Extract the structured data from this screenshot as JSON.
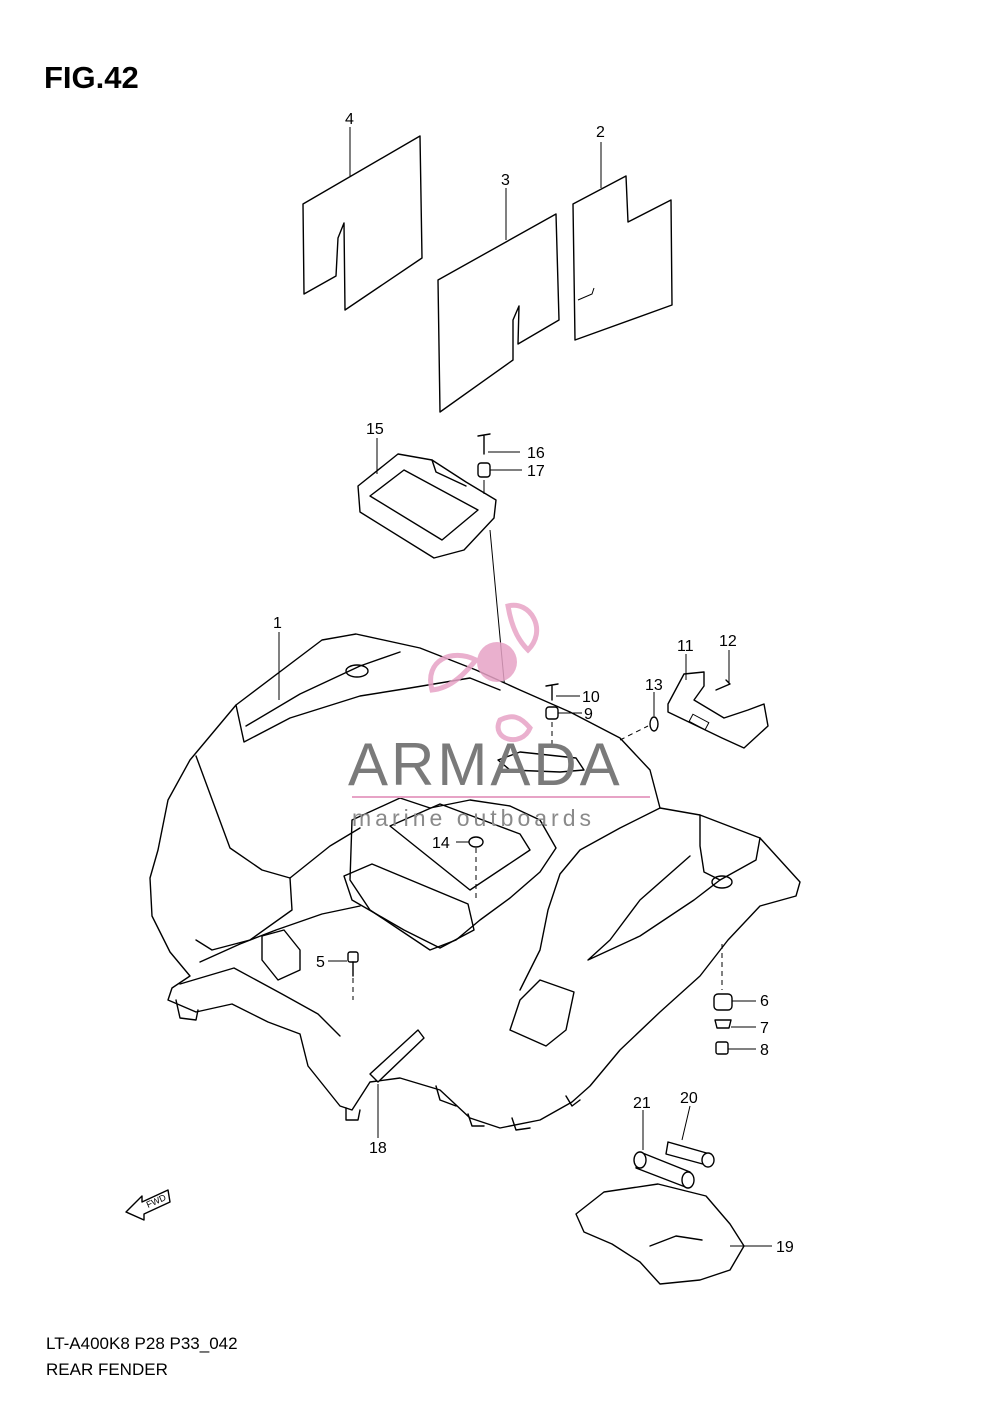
{
  "figure": {
    "title": "FIG.42",
    "model_code": "LT-A400K8 P28 P33_042",
    "section_name": "REAR FENDER"
  },
  "watermark": {
    "brand": "ARMADA",
    "tagline": "marine outboards",
    "accent_color": "#e7a3c6"
  },
  "callouts": [
    "1",
    "2",
    "3",
    "4",
    "5",
    "6",
    "7",
    "8",
    "9",
    "10",
    "11",
    "12",
    "13",
    "14",
    "15",
    "16",
    "17",
    "18",
    "19",
    "20",
    "21"
  ],
  "fwd_label": "FWD",
  "colors": {
    "line": "#000000",
    "background": "#ffffff"
  }
}
